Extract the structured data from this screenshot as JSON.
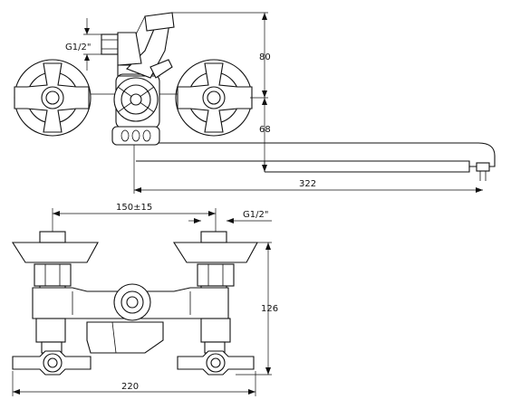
{
  "drawing_title": "",
  "top_view": {
    "thread_label": "G1/2\"",
    "dim_height_upper": "80",
    "dim_height_lower": "68",
    "dim_spout_length": "322"
  },
  "front_view": {
    "dim_center_distance": "150±15",
    "thread_label": "G1/2\"",
    "dim_height": "126",
    "dim_total_width": "220"
  }
}
